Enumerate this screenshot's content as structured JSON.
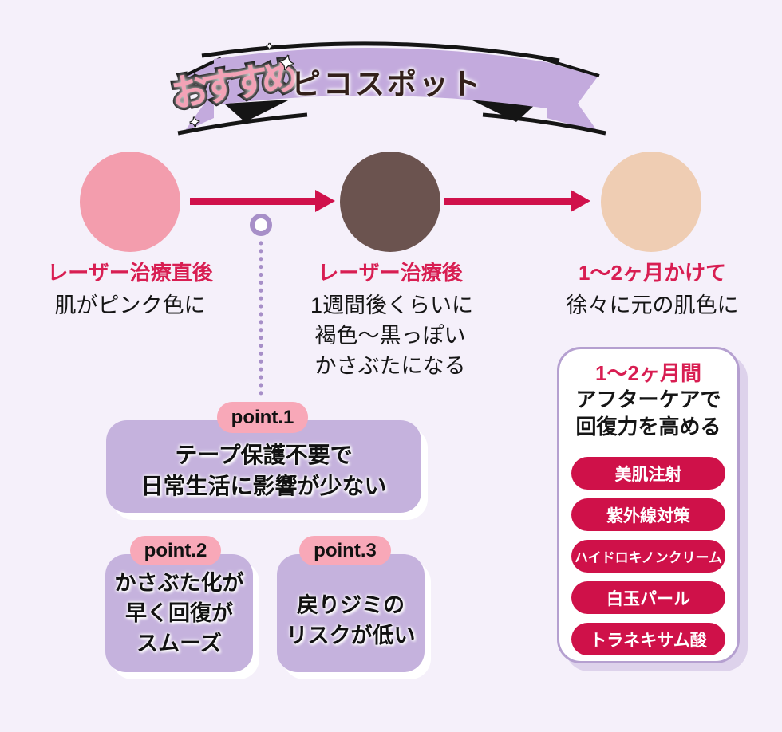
{
  "banner": {
    "badge_label": "おすすめ",
    "title": "ピコスポット",
    "sparkle_glyph": "✦"
  },
  "timeline": {
    "stages": [
      {
        "title": "レーザー治療直後",
        "line1": "肌がピンク色に",
        "circle_color": "#F39DAD"
      },
      {
        "title": "レーザー治療後",
        "line1": "1週間後くらいに",
        "line2": "褐色〜黒っぽい",
        "line3": "かさぶたになる",
        "circle_color": "#6B534F"
      },
      {
        "title": "1〜2ヶ月かけて",
        "line1": "徐々に元の肌色に",
        "circle_color": "#EFCDB3"
      }
    ]
  },
  "points": [
    {
      "label": "point.1",
      "line1": "テープ保護不要で",
      "line2": "日常生活に影響が少ない"
    },
    {
      "label": "point.2",
      "line1": "かさぶた化が",
      "line2": "早く回復が",
      "line3": "スムーズ"
    },
    {
      "label": "point.3",
      "line1": "戻りジミの",
      "line2": "リスクが低い"
    }
  ],
  "aftercare": {
    "title": "1〜2ヶ月間",
    "subtitle_line1": "アフターケアで",
    "subtitle_line2": "回復力を高める",
    "items": [
      "美肌注射",
      "紫外線対策",
      "ハイドロキノンクリーム",
      "白玉パール",
      "トラネキサム酸"
    ]
  },
  "colors": {
    "background": "#F5F0FA",
    "ribbon_purple": "#C3AADD",
    "badge_pink": "#F3A2B6",
    "accent_red": "#D0114B",
    "heading_red": "#D81E52",
    "box_purple": "#C5B2DD",
    "point_pill_pink": "#F8A8B8",
    "dot_purple": "#A78FC8",
    "panel_border_purple": "#B5A0D0",
    "panel_shadow_purple": "#DDD2EB",
    "care_pill_red": "#CF1149",
    "text_dark": "#151515"
  }
}
